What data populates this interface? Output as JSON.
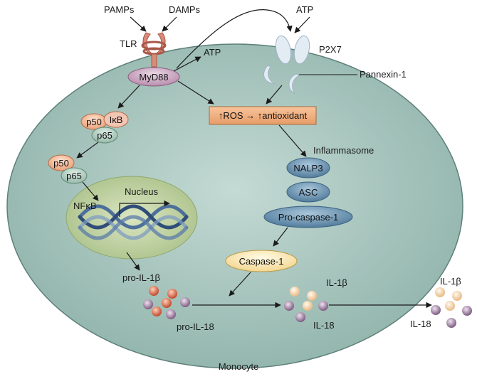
{
  "labels": {
    "pamps": "PAMPs",
    "damps": "DAMPs",
    "tlr": "TLR",
    "atp_top": "ATP",
    "atp_mid": "ATP",
    "p2x7": "P2X7",
    "pannexin": "Pannexin-1",
    "myd88": "MyD88",
    "ros_box": "↑ROS → ↑antioxidant",
    "p50_a": "p50",
    "ikb": "IκB",
    "p65_a": "p65",
    "p50_b": "p50",
    "p65_b": "p65",
    "nucleus": "Nucleus",
    "nfkb": "NFκB",
    "inflammasome": "Inflammasome",
    "nalp3": "NALP3",
    "asc": "ASC",
    "procaspase": "Pro-caspase-1",
    "caspase": "Caspase-1",
    "pro_il1b": "pro-IL-1β",
    "pro_il18": "pro-IL-18",
    "il1b_in": "IL-1β",
    "il18_in": "IL-18",
    "il1b_out": "IL-1β",
    "il18_out": "IL-18",
    "monocyte": "Monocyte"
  },
  "colors": {
    "cell_fill": "#9fbfb7",
    "cell_stroke": "#6f8f88",
    "nucleus_fill": "#b9cc9a",
    "box_fill": "#f0ac7a",
    "box_stroke": "#b87444",
    "myd88_fill": "#c9a0bd",
    "p50_fill": "#f4b58d",
    "p65_fill": "#a8c7b8",
    "inflammasome_fill": "#5b88a8",
    "caspase_fill": "#fbe8a8",
    "il1b_fill": "#d97a5a",
    "il18_fill": "#a98aa8",
    "dot_light_fill": "#f6d8b0"
  }
}
